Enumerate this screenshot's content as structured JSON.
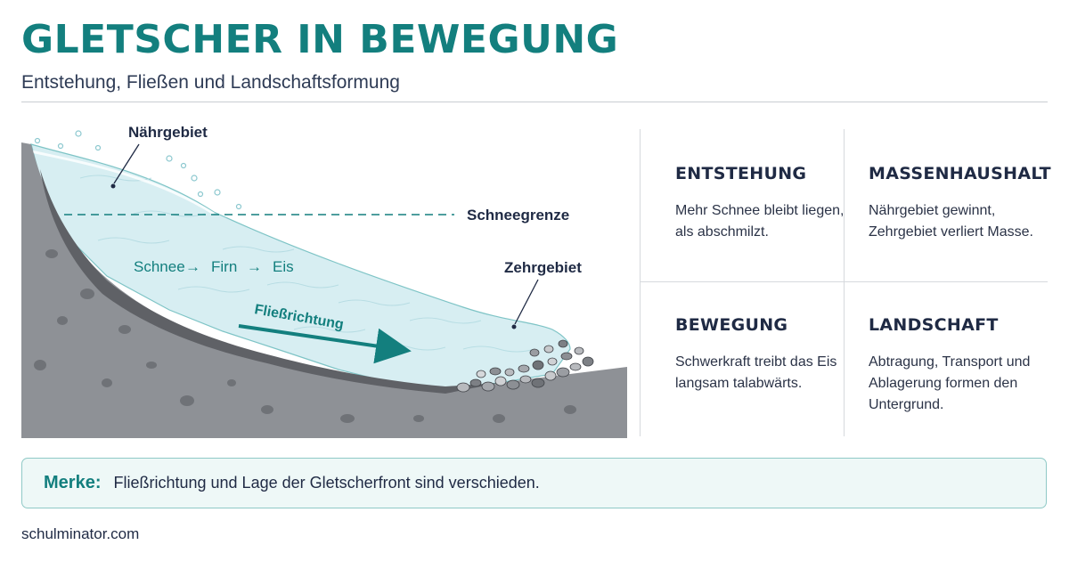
{
  "header": {
    "title": "Gletscher in Bewegung",
    "subtitle": "Entstehung, Fließen und Landschaftsformung"
  },
  "diagram": {
    "labels": {
      "naehrgebiet": "Nährgebiet",
      "schneegrenze": "Schneegrenze",
      "zehrgebiet": "Zehrgebiet",
      "fliessrichtung": "Fließrichtung",
      "schnee": "Schnee",
      "firn": "Firn",
      "eis": "Eis",
      "arrow": "→"
    },
    "colors": {
      "ice": "#d7eef2",
      "rock": "#8e9196",
      "rock_dark": "#5f6166",
      "teal": "#137f7e",
      "navy": "#1f2a44"
    }
  },
  "info_cards": [
    {
      "heading": "Entstehung",
      "text": "Mehr Schnee bleibt liegen, als abschmilzt."
    },
    {
      "heading": "Massenhaushalt",
      "text": "Nährgebiet gewinnt, Zehrgebiet verliert Masse."
    },
    {
      "heading": "Bewegung",
      "text": "Schwerkraft treibt das Eis langsam talabwärts."
    },
    {
      "heading": "Landschaft",
      "text": "Abtragung, Transport und Ablagerung formen den Untergrund."
    }
  ],
  "merke": {
    "label": "Merke:",
    "text": "Fließrichtung und Lage der Gletscherfront sind verschieden."
  },
  "footer": {
    "source": "schulminator.com"
  }
}
